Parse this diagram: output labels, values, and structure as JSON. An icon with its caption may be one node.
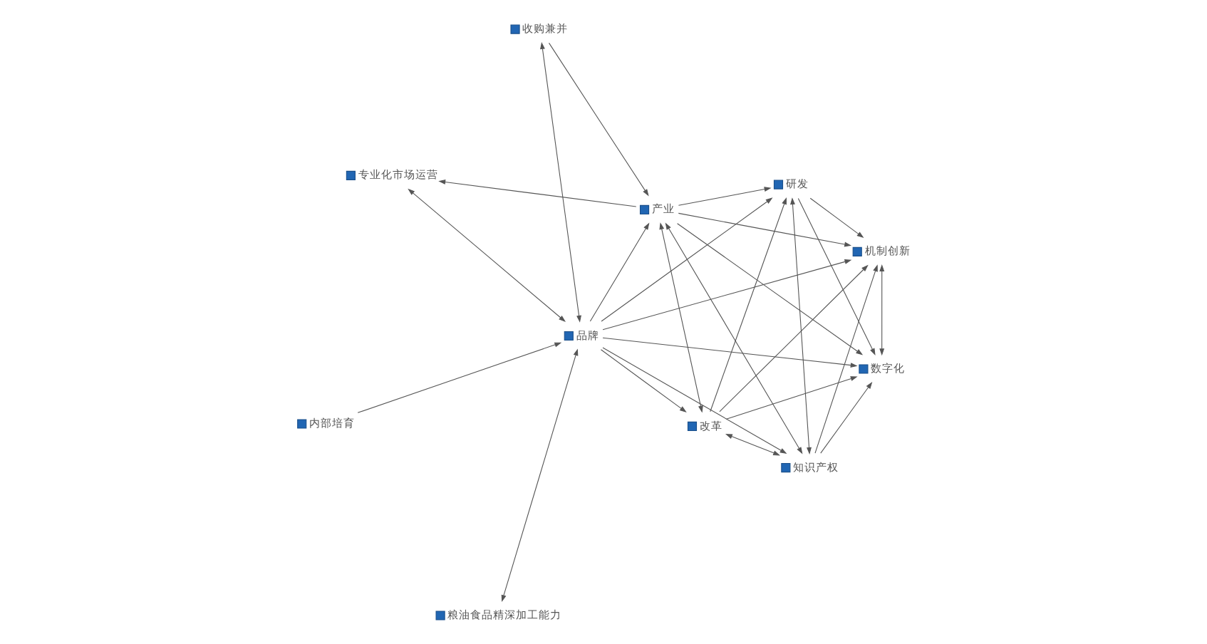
{
  "diagram": {
    "nodes": [
      {
        "text": [
          "专业化市场运营"
        ]
      },
      {
        "text": [
          "收购兼并"
        ]
      },
      {
        "text": [
          "产业"
        ]
      },
      {
        "text": [
          "研发"
        ]
      },
      {
        "text": [
          "机制创新"
        ]
      },
      {
        "text": [
          "品牌"
        ]
      },
      {
        "text": [
          "改革"
        ]
      },
      {
        "text": [
          "数字化"
        ]
      },
      {
        "text": [
          "内部培育"
        ]
      },
      {
        "text": [
          "知识产权"
        ]
      },
      {
        "text": [
          "粮油食品精深加工能力"
        ]
      }
    ],
    "edges": [
      {
        "from": 5,
        "to": 0,
        "arrow": "both"
      },
      {
        "from": 2,
        "to": 0,
        "arrow": "to"
      },
      {
        "from": 1,
        "to": 2,
        "arrow": "to"
      },
      {
        "from": 5,
        "to": 1,
        "arrow": "both"
      },
      {
        "from": 8,
        "to": 5,
        "arrow": "to"
      },
      {
        "from": 5,
        "to": 10,
        "arrow": "both"
      },
      {
        "from": 5,
        "to": 2,
        "arrow": "to"
      },
      {
        "from": 5,
        "to": 3,
        "arrow": "to"
      },
      {
        "from": 5,
        "to": 4,
        "arrow": "to"
      },
      {
        "from": 5,
        "to": 6,
        "arrow": "to"
      },
      {
        "from": 5,
        "to": 7,
        "arrow": "to"
      },
      {
        "from": 5,
        "to": 9,
        "arrow": "to"
      },
      {
        "from": 2,
        "to": 3,
        "arrow": "to"
      },
      {
        "from": 2,
        "to": 4,
        "arrow": "to"
      },
      {
        "from": 2,
        "to": 6,
        "arrow": "both"
      },
      {
        "from": 2,
        "to": 7,
        "arrow": "to"
      },
      {
        "from": 2,
        "to": 9,
        "arrow": "both"
      },
      {
        "from": 3,
        "to": 4,
        "arrow": "to"
      },
      {
        "from": 3,
        "to": 7,
        "arrow": "to"
      },
      {
        "from": 3,
        "to": 9,
        "arrow": "both"
      },
      {
        "from": 6,
        "to": 3,
        "arrow": "to"
      },
      {
        "from": 6,
        "to": 4,
        "arrow": "to"
      },
      {
        "from": 6,
        "to": 7,
        "arrow": "to"
      },
      {
        "from": 6,
        "to": 9,
        "arrow": "both"
      },
      {
        "from": 9,
        "to": 4,
        "arrow": "to"
      },
      {
        "from": 9,
        "to": 7,
        "arrow": "to"
      },
      {
        "from": 4,
        "to": 7,
        "arrow": "both"
      }
    ]
  }
}
